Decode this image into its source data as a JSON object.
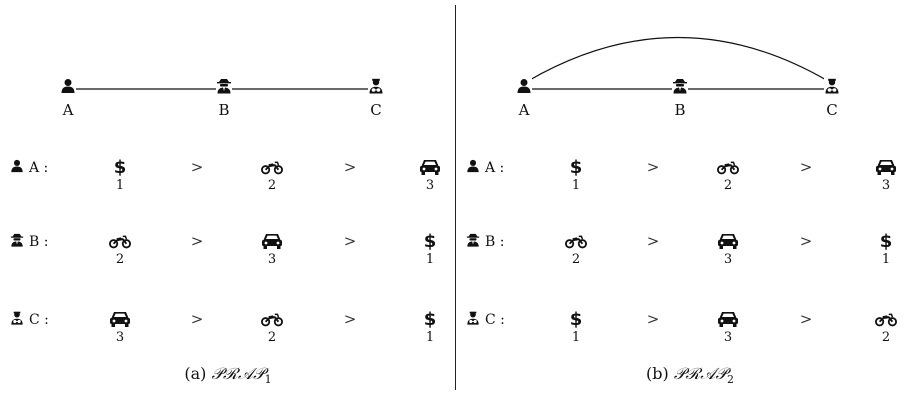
{
  "icons": {
    "user": "user-icon",
    "spy": "spy-icon",
    "detective": "detective-icon",
    "money": "dollar-icon",
    "bike": "motorcycle-icon",
    "car": "car-icon"
  },
  "dollar_glyph": "$",
  "panels": [
    {
      "id": "a",
      "caption_prefix": "(a) ",
      "caption_math": "𝒫ℛ𝒜𝒫",
      "caption_sub": "1",
      "nodes": [
        {
          "label": "A",
          "icon": "user"
        },
        {
          "label": "B",
          "icon": "spy"
        },
        {
          "label": "C",
          "icon": "detective"
        }
      ],
      "edges": [
        [
          "A",
          "B"
        ],
        [
          "B",
          "C"
        ]
      ],
      "rows": [
        {
          "label": "A :",
          "icon": "user",
          "prefs": [
            {
              "icon": "money",
              "rank": "1"
            },
            {
              "icon": "bike",
              "rank": "2"
            },
            {
              "icon": "car",
              "rank": "3"
            }
          ]
        },
        {
          "label": "B :",
          "icon": "spy",
          "prefs": [
            {
              "icon": "bike",
              "rank": "2"
            },
            {
              "icon": "car",
              "rank": "3"
            },
            {
              "icon": "money",
              "rank": "1"
            }
          ]
        },
        {
          "label": "C :",
          "icon": "detective",
          "prefs": [
            {
              "icon": "car",
              "rank": "3"
            },
            {
              "icon": "bike",
              "rank": "2"
            },
            {
              "icon": "money",
              "rank": "1"
            }
          ]
        }
      ],
      "gt": ">"
    },
    {
      "id": "b",
      "caption_prefix": "(b) ",
      "caption_math": "𝒫ℛ𝒜𝒫",
      "caption_sub": "2",
      "nodes": [
        {
          "label": "A",
          "icon": "user"
        },
        {
          "label": "B",
          "icon": "spy"
        },
        {
          "label": "C",
          "icon": "detective"
        }
      ],
      "edges": [
        [
          "A",
          "B"
        ],
        [
          "B",
          "C"
        ],
        [
          "A",
          "C"
        ]
      ],
      "rows": [
        {
          "label": "A :",
          "icon": "user",
          "prefs": [
            {
              "icon": "money",
              "rank": "1"
            },
            {
              "icon": "bike",
              "rank": "2"
            },
            {
              "icon": "car",
              "rank": "3"
            }
          ]
        },
        {
          "label": "B :",
          "icon": "spy",
          "prefs": [
            {
              "icon": "bike",
              "rank": "2"
            },
            {
              "icon": "car",
              "rank": "3"
            },
            {
              "icon": "money",
              "rank": "1"
            }
          ]
        },
        {
          "label": "C :",
          "icon": "detective",
          "prefs": [
            {
              "icon": "money",
              "rank": "1"
            },
            {
              "icon": "car",
              "rank": "3"
            },
            {
              "icon": "bike",
              "rank": "2"
            }
          ]
        }
      ],
      "gt": ">"
    }
  ]
}
